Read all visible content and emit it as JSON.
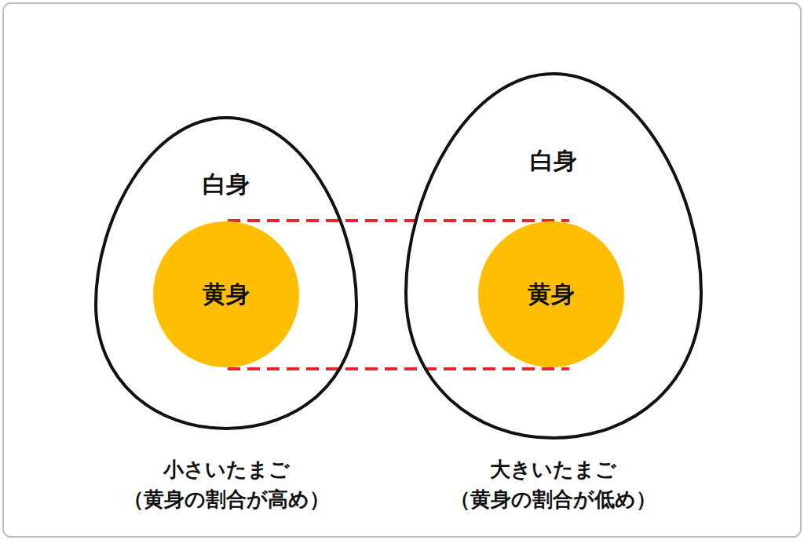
{
  "diagram": {
    "nodes": [
      {
        "text": [
          "白身"
        ]
      },
      {
        "text": [
          "黄身"
        ],
        "in": 0
      },
      {
        "text": [
          "白身"
        ]
      },
      {
        "text": [
          "黄身"
        ],
        "in": 2
      }
    ],
    "labels": [
      "小さいたまご",
      "（黄身の割合が高め）",
      "大きいたまご",
      "（黄身の割合が低め）"
    ]
  }
}
